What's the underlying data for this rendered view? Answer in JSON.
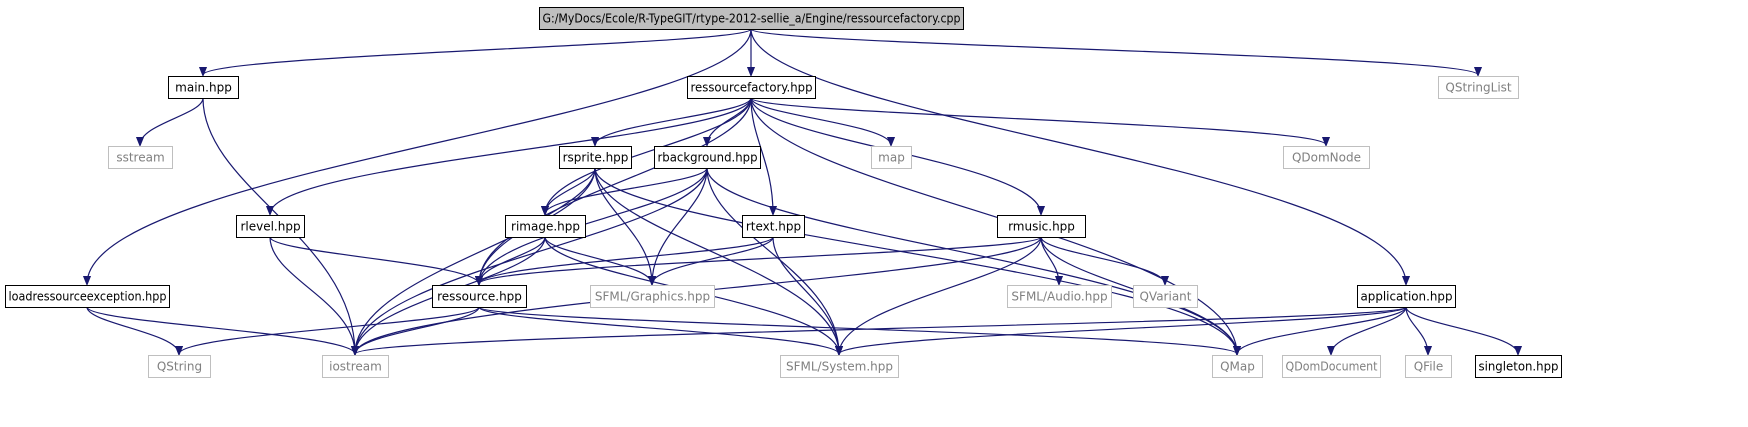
{
  "colors": {
    "edge": "#191970",
    "border_strong": "#000000",
    "border_weak": "#bfbfbf",
    "text_strong": "#000000",
    "text_weak": "#808080",
    "root_fill": "#bfbfbf",
    "fill": "#ffffff"
  },
  "graph": {
    "nodes": [
      {
        "id": "root",
        "label": "G:/MyDocs/Ecole/R-TypeGIT/rtype-2012-sellie_a/Engine/ressourcefactory.cpp",
        "kind": "root"
      },
      {
        "id": "main",
        "label": "main.hpp",
        "kind": "documented"
      },
      {
        "id": "ressourcefactory",
        "label": "ressourcefactory.hpp",
        "kind": "documented"
      },
      {
        "id": "qstringlist",
        "label": "QStringList",
        "kind": "external"
      },
      {
        "id": "sstream",
        "label": "sstream",
        "kind": "external"
      },
      {
        "id": "map",
        "label": "map",
        "kind": "external"
      },
      {
        "id": "qdomnode",
        "label": "QDomNode",
        "kind": "external"
      },
      {
        "id": "rsprite",
        "label": "rsprite.hpp",
        "kind": "documented"
      },
      {
        "id": "rbackground",
        "label": "rbackground.hpp",
        "kind": "documented"
      },
      {
        "id": "rlevel",
        "label": "rlevel.hpp",
        "kind": "documented"
      },
      {
        "id": "rimage",
        "label": "rimage.hpp",
        "kind": "documented"
      },
      {
        "id": "rtext",
        "label": "rtext.hpp",
        "kind": "documented"
      },
      {
        "id": "rmusic",
        "label": "rmusic.hpp",
        "kind": "documented"
      },
      {
        "id": "loadex",
        "label": "loadressourceexception.hpp",
        "kind": "documented"
      },
      {
        "id": "ressource",
        "label": "ressource.hpp",
        "kind": "documented"
      },
      {
        "id": "sfmlgraphics",
        "label": "SFML/Graphics.hpp",
        "kind": "external"
      },
      {
        "id": "sfmlaudio",
        "label": "SFML/Audio.hpp",
        "kind": "external"
      },
      {
        "id": "qvariant",
        "label": "QVariant",
        "kind": "external"
      },
      {
        "id": "application",
        "label": "application.hpp",
        "kind": "documented"
      },
      {
        "id": "qstring",
        "label": "QString",
        "kind": "external"
      },
      {
        "id": "iostream",
        "label": "iostream",
        "kind": "external"
      },
      {
        "id": "sfmlsystem",
        "label": "SFML/System.hpp",
        "kind": "external"
      },
      {
        "id": "qmap",
        "label": "QMap",
        "kind": "external"
      },
      {
        "id": "qdomdocument",
        "label": "QDomDocument",
        "kind": "external"
      },
      {
        "id": "qfile",
        "label": "QFile",
        "kind": "external"
      },
      {
        "id": "singleton",
        "label": "singleton.hpp",
        "kind": "documented"
      }
    ],
    "edges": [
      [
        "root",
        "main"
      ],
      [
        "root",
        "ressourcefactory"
      ],
      [
        "root",
        "qstringlist"
      ],
      [
        "root",
        "loadex"
      ],
      [
        "root",
        "application"
      ],
      [
        "main",
        "sstream"
      ],
      [
        "main",
        "iostream"
      ],
      [
        "ressourcefactory",
        "rsprite"
      ],
      [
        "ressourcefactory",
        "rbackground"
      ],
      [
        "ressourcefactory",
        "rlevel"
      ],
      [
        "ressourcefactory",
        "rimage"
      ],
      [
        "ressourcefactory",
        "rtext"
      ],
      [
        "ressourcefactory",
        "rmusic"
      ],
      [
        "ressourcefactory",
        "map"
      ],
      [
        "ressourcefactory",
        "qdomnode"
      ],
      [
        "ressourcefactory",
        "ressource"
      ],
      [
        "ressourcefactory",
        "qmap"
      ],
      [
        "rsprite",
        "rimage"
      ],
      [
        "rsprite",
        "ressource"
      ],
      [
        "rsprite",
        "sfmlgraphics"
      ],
      [
        "rsprite",
        "iostream"
      ],
      [
        "rsprite",
        "sfmlsystem"
      ],
      [
        "rsprite",
        "qmap"
      ],
      [
        "rbackground",
        "rimage"
      ],
      [
        "rbackground",
        "ressource"
      ],
      [
        "rbackground",
        "sfmlgraphics"
      ],
      [
        "rbackground",
        "iostream"
      ],
      [
        "rbackground",
        "sfmlsystem"
      ],
      [
        "rbackground",
        "qmap"
      ],
      [
        "rlevel",
        "ressource"
      ],
      [
        "rlevel",
        "iostream"
      ],
      [
        "rimage",
        "ressource"
      ],
      [
        "rimage",
        "sfmlgraphics"
      ],
      [
        "rimage",
        "iostream"
      ],
      [
        "rimage",
        "sfmlsystem"
      ],
      [
        "rtext",
        "ressource"
      ],
      [
        "rtext",
        "sfmlgraphics"
      ],
      [
        "rtext",
        "sfmlsystem"
      ],
      [
        "rmusic",
        "ressource"
      ],
      [
        "rmusic",
        "sfmlaudio"
      ],
      [
        "rmusic",
        "qvariant"
      ],
      [
        "rmusic",
        "iostream"
      ],
      [
        "rmusic",
        "sfmlsystem"
      ],
      [
        "rmusic",
        "qmap"
      ],
      [
        "loadex",
        "qstring"
      ],
      [
        "loadex",
        "iostream"
      ],
      [
        "ressource",
        "qstring"
      ],
      [
        "ressource",
        "iostream"
      ],
      [
        "ressource",
        "sfmlsystem"
      ],
      [
        "ressource",
        "qmap"
      ],
      [
        "application",
        "iostream"
      ],
      [
        "application",
        "sfmlsystem"
      ],
      [
        "application",
        "qmap"
      ],
      [
        "application",
        "qdomdocument"
      ],
      [
        "application",
        "qfile"
      ],
      [
        "application",
        "singleton"
      ]
    ]
  }
}
